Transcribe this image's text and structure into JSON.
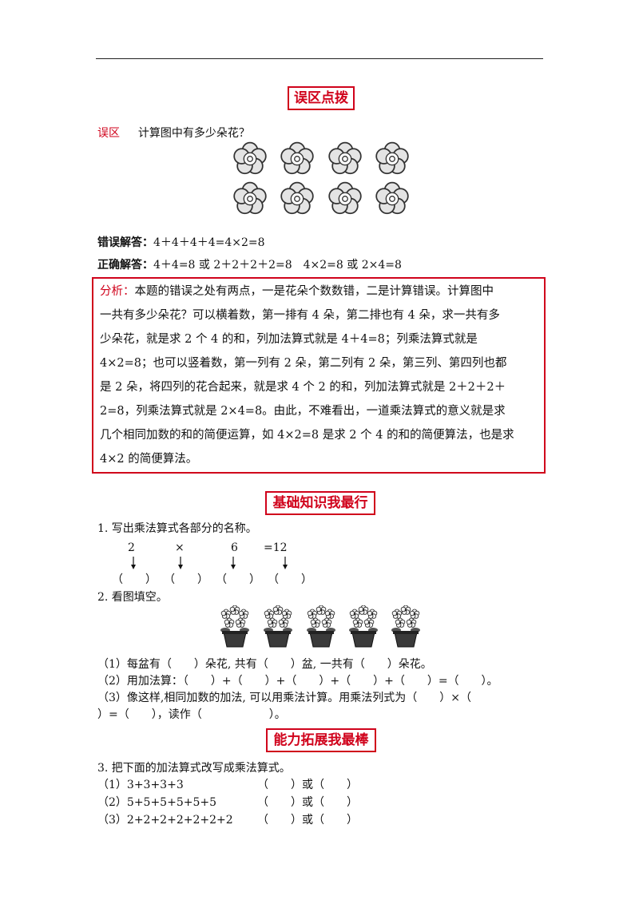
{
  "section1": {
    "title": "误区点拨",
    "problem_tag": "误区",
    "problem_text": "计算图中有多少朵花？",
    "wrong_label": "错误解答：",
    "wrong_text": "4＋4＋4＋4=4×2=8",
    "right_label": "正确解答：",
    "right_text": "4＋4=8 或 2＋2＋2＋2=8　4×2=8 或 2×4=8",
    "analysis_label": "分析：",
    "analysis_lines": [
      "本题的错误之处有两点，一是花朵个数数错，二是计算错误。计算图中",
      "一共有多少朵花？可以横着数，第一排有 4 朵，第二排也有 4 朵，求一共有多",
      "少朵花，就是求 2 个 4 的和，列加法算式就是 4＋4=8；列乘法算式就是",
      "4×2=8；也可以竖着数，第一列有 2 朵，第二列有 2 朵，第三列、第四列也都",
      "是 2 朵，将四列的花合起来，就是求 4 个 2 的和，列加法算式就是 2＋2＋2＋",
      "2=8，列乘法算式就是 2×4=8。由此，不难看出，一道乘法算式的意义就是求",
      "几个相同加数的和的简便运算，如 4×2=8 是求 2 个 4 的和的简便算法，也是求",
      "4×2 的简便算法。"
    ]
  },
  "section2": {
    "title": "基础知识我最行",
    "q1_text": "1. 写出乘法算式各部分的名称。",
    "q1_parts": [
      "2",
      "×",
      "6",
      "=12"
    ],
    "q1_blanks": [
      "（　　）",
      "（　　）",
      "（　　）",
      "（　　）"
    ],
    "q2_text": "2. 看图填空。",
    "q2_lines": [
      "（1）每盆有（　　）朵花, 共有（　　）盆, 一共有（　　）朵花。",
      "（2）用加法算：（　　）+（　　）+（　　）+（　　）+（　　）=（　　）。",
      "（3）像这样,相同加数的加法, 可以用乘法计算。用乘法列式为（　　）×（",
      "）=（　　），读作（　　　　　　）。"
    ]
  },
  "section3": {
    "title": "能力拓展我最棒",
    "q3_text": "3. 把下面的加法算式改写成乘法算式。",
    "q3_rows": [
      {
        "label": "（1）3+3+3+3",
        "answer": "（　　）或（　　）"
      },
      {
        "label": "（2）5+5+5+5+5+5",
        "answer": "（　　）或（　　）"
      },
      {
        "label": "（3）2+2+2+2+2+2+2",
        "answer": "（　　）或（　　）"
      }
    ]
  },
  "colors": {
    "accent": "#d0021b"
  },
  "icons": {
    "flower": "flower-icon",
    "potted_flower": "potted-flower-icon",
    "arrow": "down-arrow-icon"
  }
}
